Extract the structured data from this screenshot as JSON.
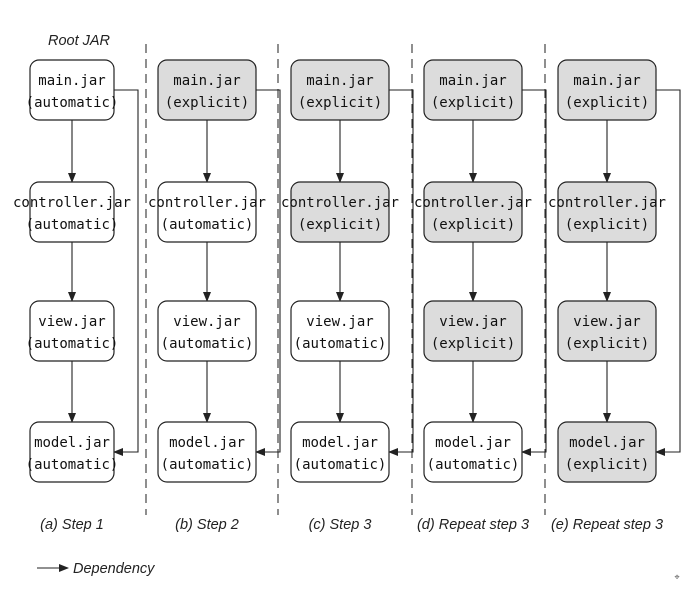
{
  "root_label": "Root JAR",
  "colors": {
    "explicit": "#dcdcdc",
    "automatic": "#ffffff",
    "stroke": "#222222"
  },
  "columns": [
    {
      "caption": "(a) Step 1",
      "nodes": [
        {
          "name": "main.jar",
          "mode": "(automatic)"
        },
        {
          "name": "controller.jar",
          "mode": "(automatic)"
        },
        {
          "name": "view.jar",
          "mode": "(automatic)"
        },
        {
          "name": "model.jar",
          "mode": "(automatic)"
        }
      ]
    },
    {
      "caption": "(b) Step 2",
      "nodes": [
        {
          "name": "main.jar",
          "mode": "(explicit)"
        },
        {
          "name": "controller.jar",
          "mode": "(automatic)"
        },
        {
          "name": "view.jar",
          "mode": "(automatic)"
        },
        {
          "name": "model.jar",
          "mode": "(automatic)"
        }
      ]
    },
    {
      "caption": "(c) Step 3",
      "nodes": [
        {
          "name": "main.jar",
          "mode": "(explicit)"
        },
        {
          "name": "controller.jar",
          "mode": "(explicit)"
        },
        {
          "name": "view.jar",
          "mode": "(automatic)"
        },
        {
          "name": "model.jar",
          "mode": "(automatic)"
        }
      ]
    },
    {
      "caption": "(d) Repeat step 3",
      "nodes": [
        {
          "name": "main.jar",
          "mode": "(explicit)"
        },
        {
          "name": "controller.jar",
          "mode": "(explicit)"
        },
        {
          "name": "view.jar",
          "mode": "(explicit)"
        },
        {
          "name": "model.jar",
          "mode": "(automatic)"
        }
      ]
    },
    {
      "caption": "(e) Repeat step 3",
      "nodes": [
        {
          "name": "main.jar",
          "mode": "(explicit)"
        },
        {
          "name": "controller.jar",
          "mode": "(explicit)"
        },
        {
          "name": "view.jar",
          "mode": "(explicit)"
        },
        {
          "name": "model.jar",
          "mode": "(explicit)"
        }
      ]
    }
  ],
  "legend": {
    "label": "Dependency"
  }
}
